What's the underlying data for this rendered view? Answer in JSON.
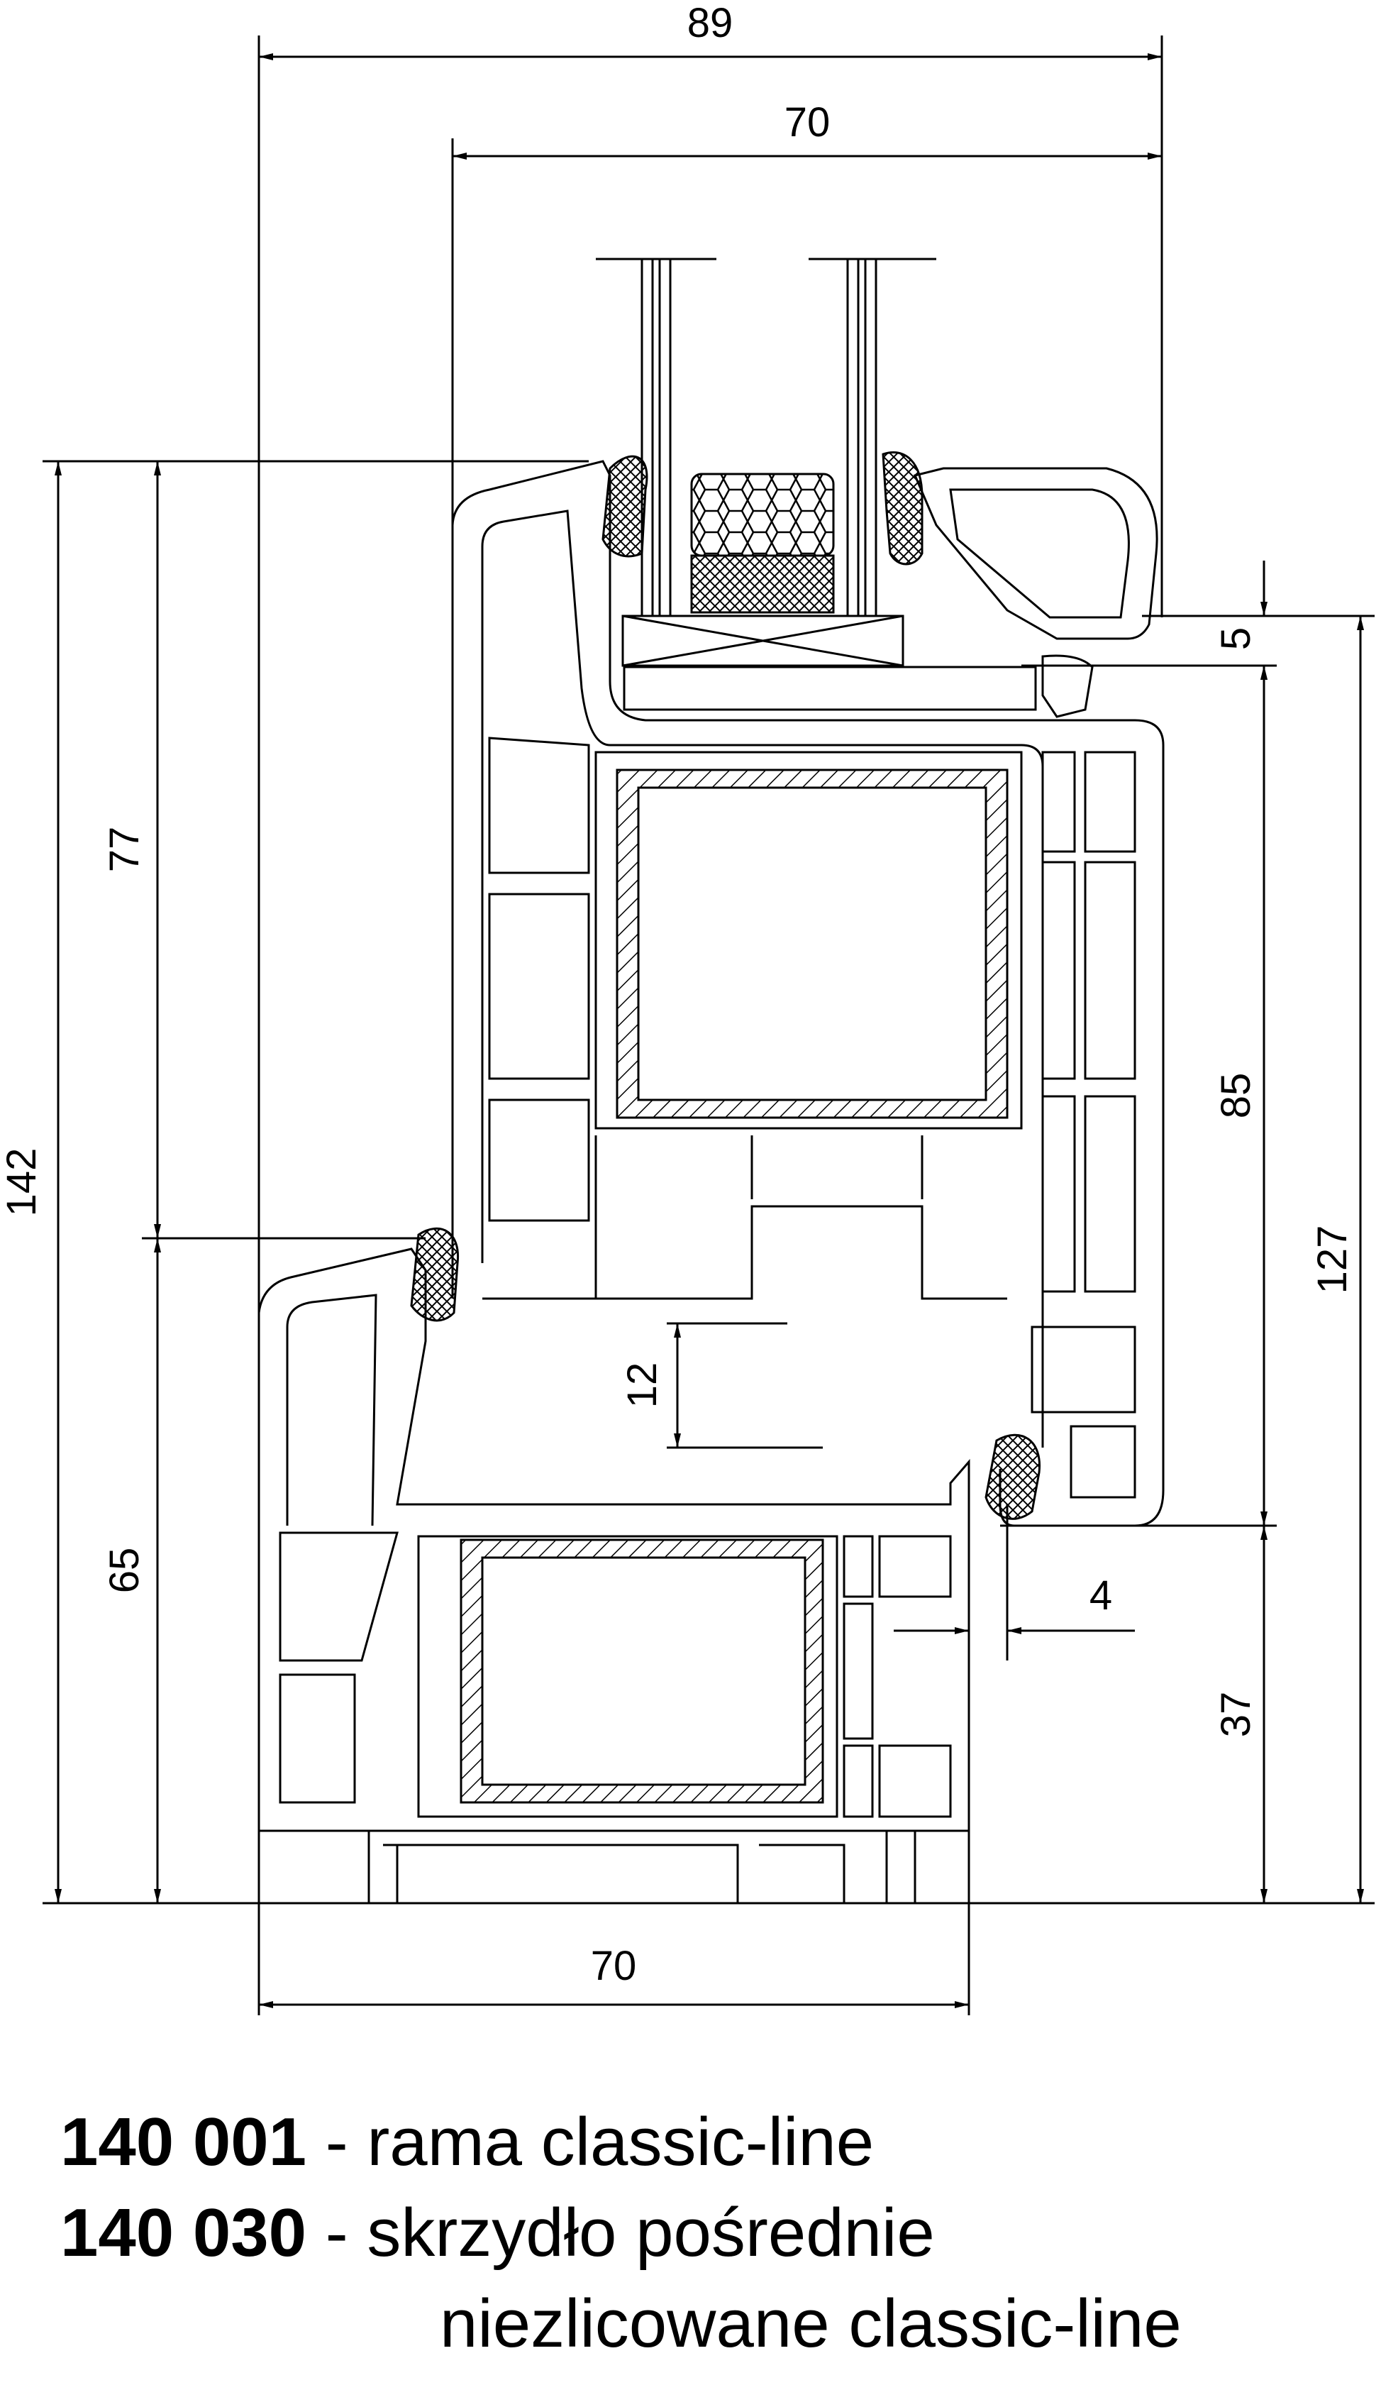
{
  "dimensions": {
    "top_total": "89",
    "top_inner": "70",
    "right_small": "5",
    "right_mid": "85",
    "right_total": "127",
    "right_bottom": "37",
    "left_total": "142",
    "left_upper": "77",
    "left_lower": "65",
    "overlap": "12",
    "gap": "4",
    "bottom_width": "70"
  },
  "legend": [
    {
      "code": "140 001",
      "sep": " - ",
      "text": "rama classic-line"
    },
    {
      "code": "140 030",
      "sep": " - ",
      "text": "skrzydło pośrednie"
    },
    {
      "code": "",
      "sep": "",
      "text": "niezlicowane classic-line"
    }
  ]
}
